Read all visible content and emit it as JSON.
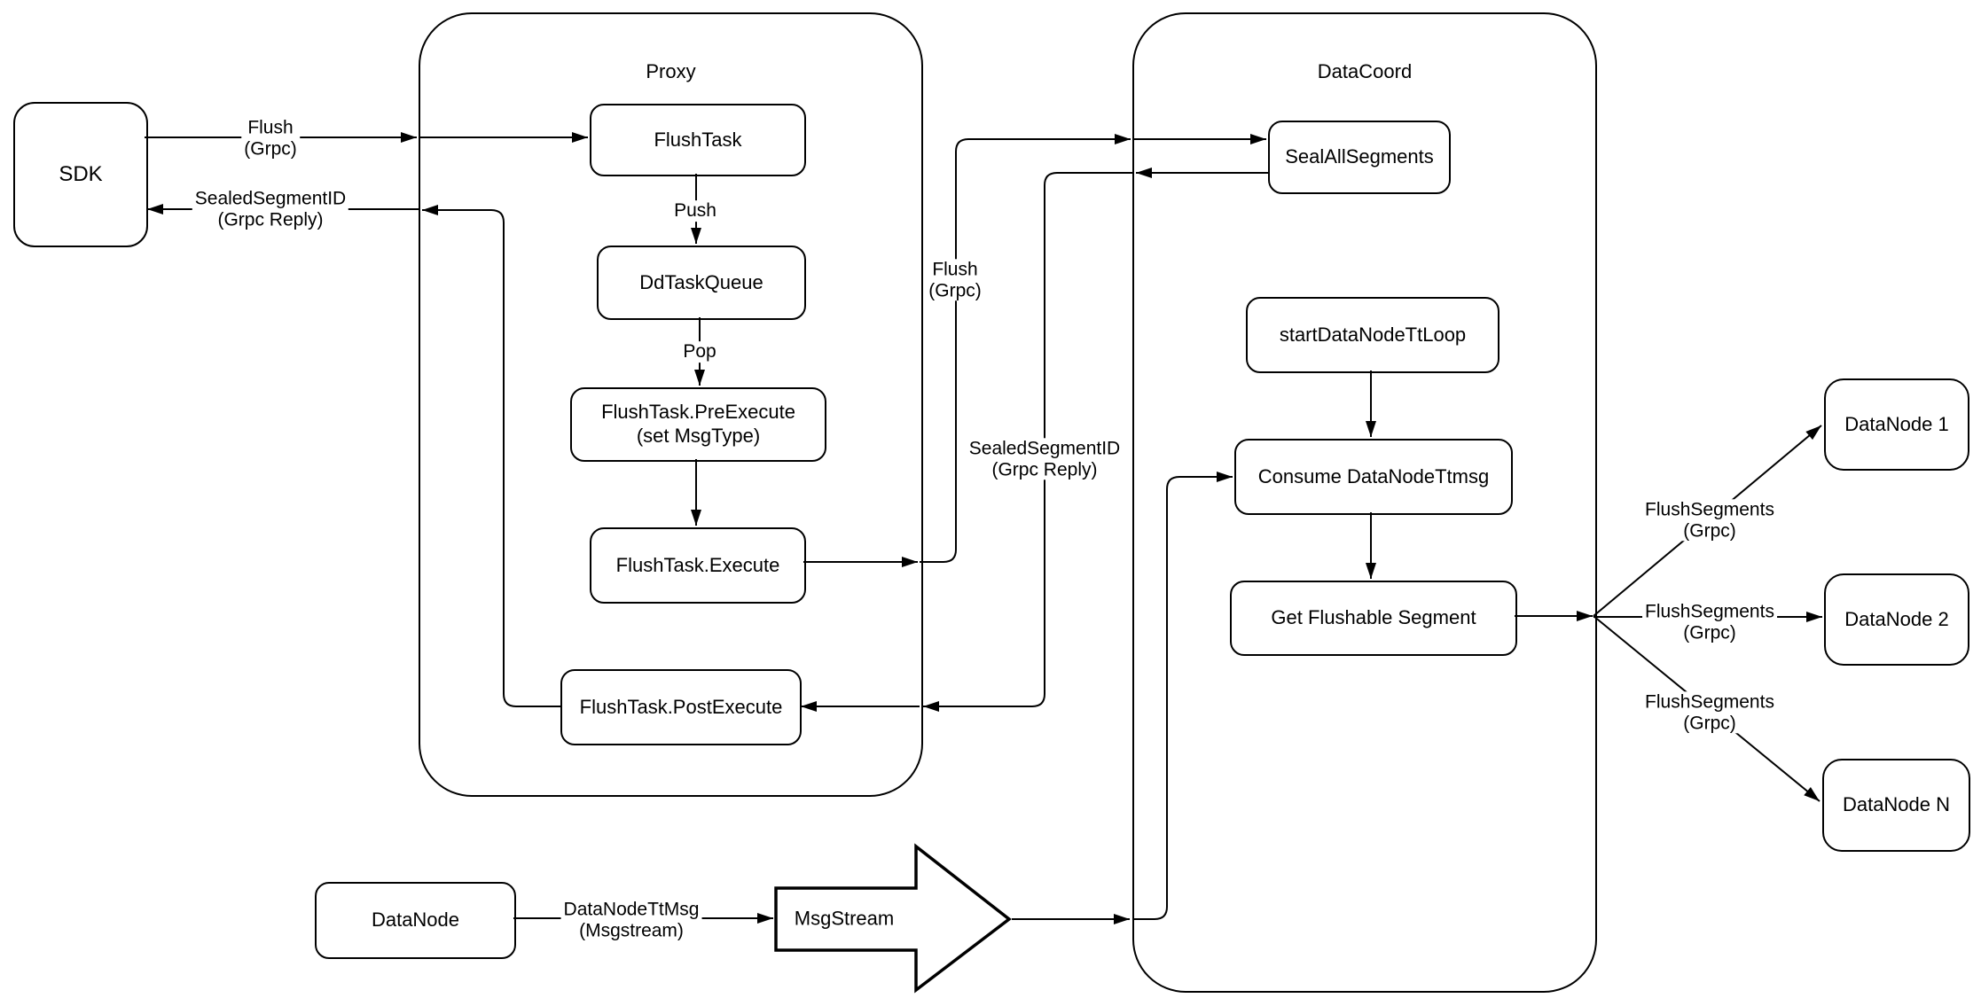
{
  "containers": {
    "proxy": "Proxy",
    "datacoord": "DataCoord"
  },
  "nodes": {
    "sdk": "SDK",
    "flush_task": "FlushTask",
    "dd_task_queue": "DdTaskQueue",
    "pre_execute_line1": "FlushTask.PreExecute",
    "pre_execute_line2": "(set MsgType)",
    "execute": "FlushTask.Execute",
    "post_execute": "FlushTask.PostExecute",
    "seal_all_segments": "SealAllSegments",
    "start_datanode_tt_loop": "startDataNodeTtLoop",
    "consume_datanode_ttmsg": "Consume DataNodeTtmsg",
    "get_flushable_segment": "Get Flushable Segment",
    "datanode_1": "DataNode 1",
    "datanode_2": "DataNode 2",
    "datanode_n": "DataNode N",
    "datanode": "DataNode",
    "msgstream": "MsgStream"
  },
  "edge_labels": {
    "flush_grpc": {
      "line1": "Flush",
      "line2": "(Grpc)"
    },
    "sealed_segment_reply": {
      "line1": "SealedSegmentID",
      "line2": "(Grpc Reply)"
    },
    "push": "Push",
    "pop": "Pop",
    "flush_segments": {
      "line1": "FlushSegments",
      "line2": "(Grpc)"
    },
    "datanode_ttmsg": {
      "line1": "DataNodeTtMsg",
      "line2": "(Msgstream)"
    }
  },
  "colors": {
    "stroke": "#000000",
    "background": "#ffffff"
  }
}
